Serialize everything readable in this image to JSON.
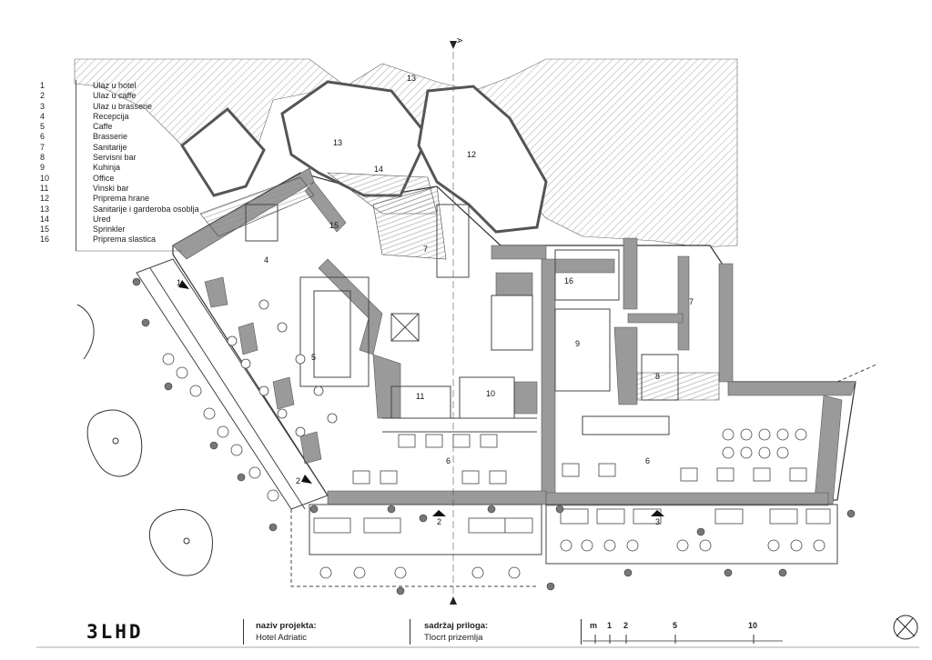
{
  "legend": {
    "items": [
      {
        "num": "1",
        "label": "Ulaz u hotel"
      },
      {
        "num": "2",
        "label": "Ulaz u caffe"
      },
      {
        "num": "3",
        "label": "Ulaz u brasserie"
      },
      {
        "num": "4",
        "label": "Recepcija"
      },
      {
        "num": "5",
        "label": "Caffe"
      },
      {
        "num": "6",
        "label": "Brasserie"
      },
      {
        "num": "7",
        "label": "Sanitarije"
      },
      {
        "num": "8",
        "label": "Servisni bar"
      },
      {
        "num": "9",
        "label": "Kuhinja"
      },
      {
        "num": "10",
        "label": "Office"
      },
      {
        "num": "11",
        "label": "Vinski bar"
      },
      {
        "num": "12",
        "label": "Priprema hrane"
      },
      {
        "num": "13",
        "label": "Sanitarije i garderoba osoblja"
      },
      {
        "num": "14",
        "label": "Ured"
      },
      {
        "num": "15",
        "label": "Sprinkler"
      },
      {
        "num": "16",
        "label": "Priprema slastica"
      }
    ]
  },
  "plan": {
    "section_marker": "A",
    "room_numbers": [
      "13",
      "13",
      "12",
      "14",
      "15",
      "7",
      "4",
      "16",
      "7",
      "1",
      "5",
      "9",
      "8",
      "11",
      "10",
      "6",
      "6",
      "2",
      "2",
      "3"
    ]
  },
  "title_block": {
    "logo": "3LHD",
    "project_label": "naziv projekta:",
    "project_value": "Hotel Adriatic",
    "content_label": "sadržaj priloga:",
    "content_value": "Tlocrt prizemlja",
    "scale": {
      "unit": "m",
      "ticks": [
        "1",
        "2",
        "5",
        "10"
      ]
    }
  },
  "colors": {
    "wall_fill": "#9a9a9a",
    "hatch": "#bdbdbd",
    "line": "#333333",
    "background": "#ffffff"
  }
}
